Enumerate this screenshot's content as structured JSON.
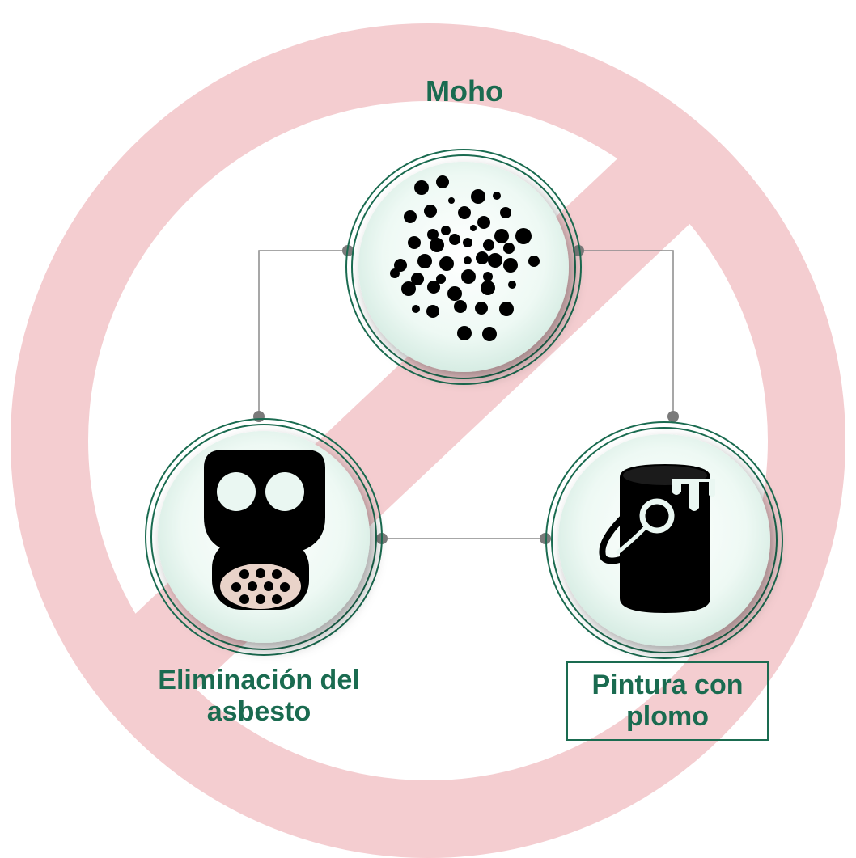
{
  "colors": {
    "prohibition_sign": "#f4c9cc",
    "accent_green": "#1a6b50",
    "circle_fill": "#eaf7f2",
    "connector": "#7a7a7a",
    "icon": "#000000"
  },
  "nodes": [
    {
      "id": "moho",
      "label_lines": [
        "Moho"
      ],
      "icon": "mold-spores-icon"
    },
    {
      "id": "asbesto",
      "label_lines": [
        "Eliminación del",
        "asbesto"
      ],
      "icon": "gas-mask-icon"
    },
    {
      "id": "plomo",
      "label_lines": [
        "Pintura con",
        "plomo"
      ],
      "icon": "paint-bucket-icon"
    }
  ],
  "background_icon": "prohibition-sign-icon"
}
